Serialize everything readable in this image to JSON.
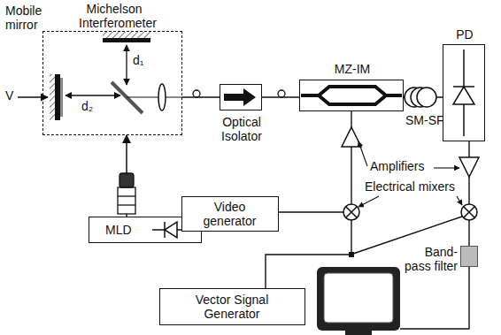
{
  "diagram": {
    "nodes": [
      {
        "text": [
          "Michelson Interferometer"
        ]
      },
      {
        "text": [
          "MLD"
        ]
      },
      {
        "text": [
          "Optical Isolator"
        ]
      },
      {
        "text": [
          "MZ-IM"
        ]
      },
      {
        "text": [
          "PD"
        ]
      },
      {
        "text": [
          "Video generator"
        ]
      },
      {
        "text": [
          "Vector Signal Generator"
        ]
      },
      {
        "text": [
          "Band-pass filter"
        ]
      }
    ],
    "edges": [
      {
        "from": 1,
        "to": 0,
        "arrow": "to"
      },
      {
        "from": 0,
        "to": 2,
        "arrow": "none"
      },
      {
        "from": 2,
        "to": 3,
        "arrow": "none"
      },
      {
        "from": 3,
        "to": 4,
        "arrow": "none"
      }
    ],
    "labels": [
      "Mobile mirror",
      "V",
      "d₁",
      "d₂",
      "SM-SF",
      "Amplifiers",
      "Electrical mixers"
    ]
  }
}
